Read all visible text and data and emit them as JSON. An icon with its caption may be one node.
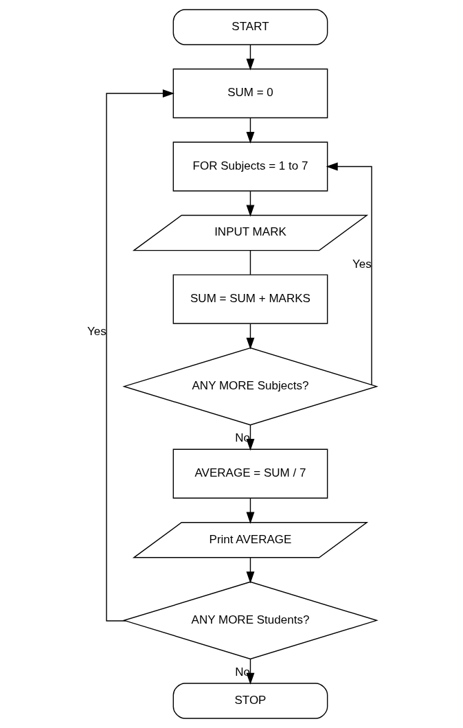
{
  "diagram": {
    "nodes": [
      {
        "text": [
          "START"
        ]
      },
      {
        "text": [
          "SUM = 0"
        ]
      },
      {
        "text": [
          "FOR Subjects = 1 to 7"
        ]
      },
      {
        "text": [
          "INPUT MARK"
        ]
      },
      {
        "text": [
          "SUM = SUM + MARKS"
        ]
      },
      {
        "text": [
          "ANY MORE Subjects?"
        ]
      },
      {
        "text": [
          "AVERAGE = SUM / 7"
        ]
      },
      {
        "text": [
          "Print AVERAGE"
        ]
      },
      {
        "text": [
          "ANY MORE Students?"
        ]
      },
      {
        "text": [
          "STOP"
        ]
      }
    ],
    "edges": [
      {
        "from": 0,
        "to": 1,
        "arrow": "to"
      },
      {
        "from": 1,
        "to": 2,
        "arrow": "to"
      },
      {
        "from": 2,
        "to": 3,
        "arrow": "to"
      },
      {
        "from": 3,
        "to": 4,
        "arrow": "none"
      },
      {
        "from": 4,
        "to": 5,
        "arrow": "to"
      },
      {
        "from": 5,
        "to": 2,
        "arrow": "to",
        "label": "Yes"
      },
      {
        "from": 5,
        "to": 6,
        "arrow": "to",
        "label": "No"
      },
      {
        "from": 6,
        "to": 7,
        "arrow": "to"
      },
      {
        "from": 7,
        "to": 8,
        "arrow": "to"
      },
      {
        "from": 8,
        "to": 1,
        "arrow": "to",
        "label": "Yes"
      },
      {
        "from": 8,
        "to": 9,
        "arrow": "to",
        "label": "No"
      }
    ]
  }
}
